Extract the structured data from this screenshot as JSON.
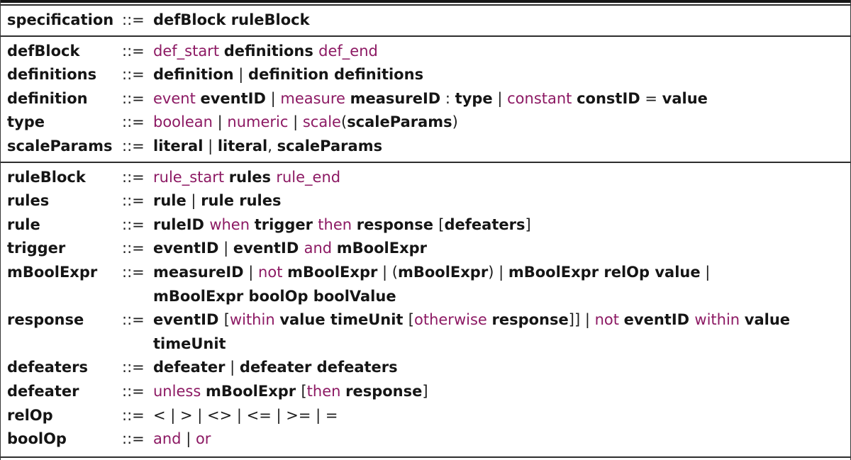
{
  "table": {
    "def_symbol": "::=",
    "colors": {
      "keyword": "#8c1963",
      "text": "#151515",
      "rule_line": "#2e2e2e"
    },
    "legend": {
      "b": "nonterminal-bold-black",
      "k": "terminal-keyword-purple",
      "s": "punctuation-symbol-black"
    },
    "sections": [
      {
        "rows": [
          {
            "name": "specification",
            "cont": false,
            "segments": [
              {
                "t": "defBlock ruleBlock",
                "s": "b"
              }
            ]
          }
        ]
      },
      {
        "rows": [
          {
            "name": "defBlock",
            "cont": false,
            "segments": [
              {
                "t": "def_start ",
                "s": "k"
              },
              {
                "t": "definitions ",
                "s": "b"
              },
              {
                "t": "def_end",
                "s": "k"
              }
            ]
          },
          {
            "name": "definitions",
            "cont": false,
            "segments": [
              {
                "t": "definition",
                "s": "b"
              },
              {
                "t": " | ",
                "s": "s"
              },
              {
                "t": "definition definitions",
                "s": "b"
              }
            ]
          },
          {
            "name": "definition",
            "cont": false,
            "segments": [
              {
                "t": "event ",
                "s": "k"
              },
              {
                "t": "eventID",
                "s": "b"
              },
              {
                "t": " | ",
                "s": "s"
              },
              {
                "t": "measure ",
                "s": "k"
              },
              {
                "t": "measureID",
                "s": "b"
              },
              {
                "t": " : ",
                "s": "s"
              },
              {
                "t": "type",
                "s": "b"
              },
              {
                "t": " | ",
                "s": "s"
              },
              {
                "t": "constant ",
                "s": "k"
              },
              {
                "t": "constID",
                "s": "b"
              },
              {
                "t": " = ",
                "s": "s"
              },
              {
                "t": "value",
                "s": "b"
              }
            ]
          },
          {
            "name": "type",
            "cont": false,
            "segments": [
              {
                "t": "boolean",
                "s": "k"
              },
              {
                "t": " | ",
                "s": "s"
              },
              {
                "t": "numeric",
                "s": "k"
              },
              {
                "t": " | ",
                "s": "s"
              },
              {
                "t": "scale",
                "s": "k"
              },
              {
                "t": "(",
                "s": "s"
              },
              {
                "t": "scaleParams",
                "s": "b"
              },
              {
                "t": ")",
                "s": "s"
              }
            ]
          },
          {
            "name": "scaleParams",
            "cont": false,
            "segments": [
              {
                "t": "literal",
                "s": "b"
              },
              {
                "t": " | ",
                "s": "s"
              },
              {
                "t": "literal",
                "s": "b"
              },
              {
                "t": ", ",
                "s": "s"
              },
              {
                "t": "scaleParams",
                "s": "b"
              }
            ]
          }
        ]
      },
      {
        "rows": [
          {
            "name": "ruleBlock",
            "cont": false,
            "segments": [
              {
                "t": "rule_start ",
                "s": "k"
              },
              {
                "t": "rules ",
                "s": "b"
              },
              {
                "t": "rule_end",
                "s": "k"
              }
            ]
          },
          {
            "name": "rules",
            "cont": false,
            "segments": [
              {
                "t": "rule",
                "s": "b"
              },
              {
                "t": " | ",
                "s": "s"
              },
              {
                "t": "rule rules",
                "s": "b"
              }
            ]
          },
          {
            "name": "rule",
            "cont": false,
            "segments": [
              {
                "t": "ruleID ",
                "s": "b"
              },
              {
                "t": "when ",
                "s": "k"
              },
              {
                "t": "trigger ",
                "s": "b"
              },
              {
                "t": "then ",
                "s": "k"
              },
              {
                "t": "response ",
                "s": "b"
              },
              {
                "t": "[",
                "s": "s"
              },
              {
                "t": "defeaters",
                "s": "b"
              },
              {
                "t": "]",
                "s": "s"
              }
            ]
          },
          {
            "name": "trigger",
            "cont": false,
            "segments": [
              {
                "t": "eventID",
                "s": "b"
              },
              {
                "t": " | ",
                "s": "s"
              },
              {
                "t": "eventID ",
                "s": "b"
              },
              {
                "t": "and ",
                "s": "k"
              },
              {
                "t": "mBoolExpr",
                "s": "b"
              }
            ]
          },
          {
            "name": "mBoolExpr",
            "cont": false,
            "segments": [
              {
                "t": "measureID",
                "s": "b"
              },
              {
                "t": " | ",
                "s": "s"
              },
              {
                "t": "not ",
                "s": "k"
              },
              {
                "t": "mBoolExpr",
                "s": "b"
              },
              {
                "t": " | (",
                "s": "s"
              },
              {
                "t": "mBoolExpr",
                "s": "b"
              },
              {
                "t": ") | ",
                "s": "s"
              },
              {
                "t": "mBoolExpr relOp value",
                "s": "b"
              },
              {
                "t": " |",
                "s": "s"
              }
            ]
          },
          {
            "name": "",
            "cont": true,
            "segments": [
              {
                "t": "mBoolExpr boolOp boolValue",
                "s": "b"
              }
            ]
          },
          {
            "name": "response",
            "cont": false,
            "segments": [
              {
                "t": "eventID ",
                "s": "b"
              },
              {
                "t": "[",
                "s": "s"
              },
              {
                "t": "within ",
                "s": "k"
              },
              {
                "t": "value timeUnit ",
                "s": "b"
              },
              {
                "t": "[",
                "s": "s"
              },
              {
                "t": "otherwise ",
                "s": "k"
              },
              {
                "t": "response",
                "s": "b"
              },
              {
                "t": "]] | ",
                "s": "s"
              },
              {
                "t": "not ",
                "s": "k"
              },
              {
                "t": "eventID ",
                "s": "b"
              },
              {
                "t": "within ",
                "s": "k"
              },
              {
                "t": "value",
                "s": "b"
              }
            ]
          },
          {
            "name": "",
            "cont": true,
            "segments": [
              {
                "t": "timeUnit",
                "s": "b"
              }
            ]
          },
          {
            "name": "defeaters",
            "cont": false,
            "segments": [
              {
                "t": "defeater",
                "s": "b"
              },
              {
                "t": " | ",
                "s": "s"
              },
              {
                "t": "defeater defeaters",
                "s": "b"
              }
            ]
          },
          {
            "name": "defeater",
            "cont": false,
            "segments": [
              {
                "t": "unless ",
                "s": "k"
              },
              {
                "t": "mBoolExpr ",
                "s": "b"
              },
              {
                "t": "[",
                "s": "s"
              },
              {
                "t": "then ",
                "s": "k"
              },
              {
                "t": "response",
                "s": "b"
              },
              {
                "t": "]",
                "s": "s"
              }
            ]
          },
          {
            "name": "relOp",
            "cont": false,
            "segments": [
              {
                "t": "< | > | <> | <= | >= | =",
                "s": "s"
              }
            ]
          },
          {
            "name": "boolOp",
            "cont": false,
            "segments": [
              {
                "t": "and",
                "s": "k"
              },
              {
                "t": " | ",
                "s": "s"
              },
              {
                "t": "or",
                "s": "k"
              }
            ]
          }
        ]
      }
    ]
  }
}
